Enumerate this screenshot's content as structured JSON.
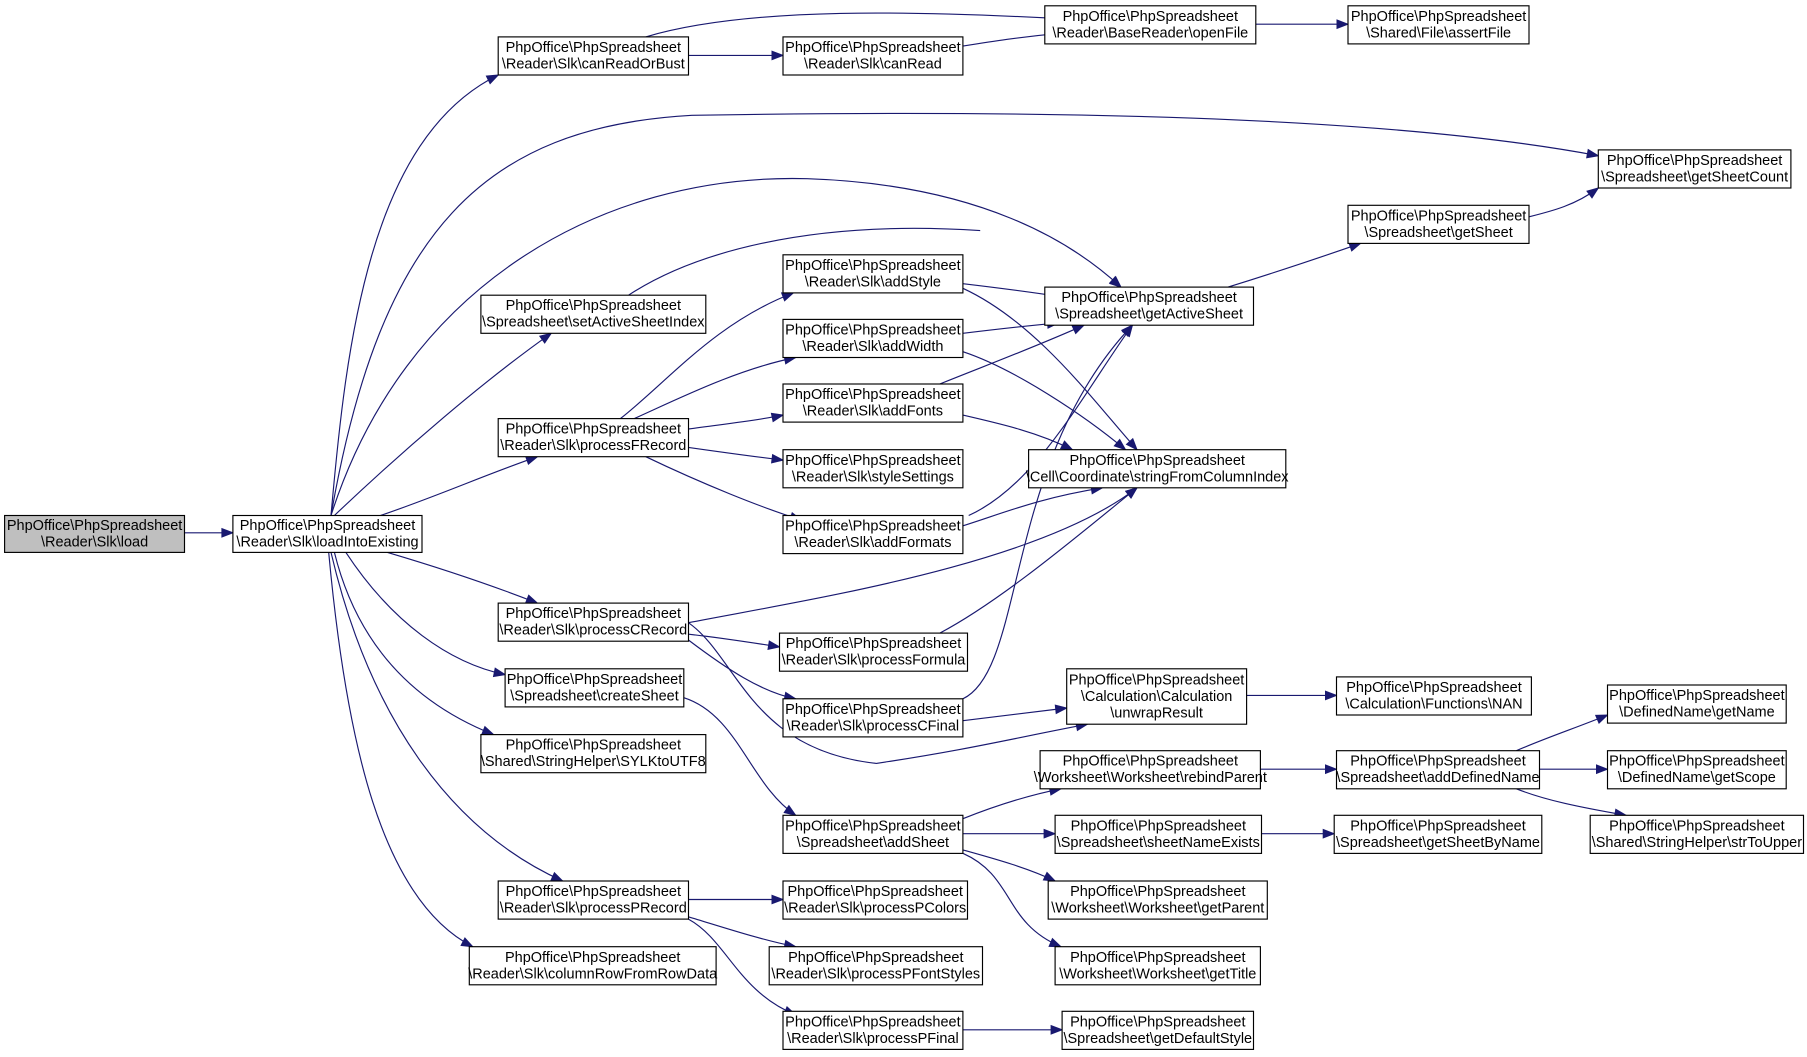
{
  "diagram": {
    "type": "call-graph",
    "edge_color": "#191970",
    "root_fill": "#bfbfbf",
    "node_fill": "#ffffff",
    "nodes": [
      {
        "id": "load",
        "lines": [
          "PhpOffice\\PhpSpreadsheet",
          "\\Reader\\Slk\\load"
        ],
        "root": true
      },
      {
        "id": "loadIntoExisting",
        "lines": [
          "PhpOffice\\PhpSpreadsheet",
          "\\Reader\\Slk\\loadIntoExisting"
        ]
      },
      {
        "id": "canReadOrBust",
        "lines": [
          "PhpOffice\\PhpSpreadsheet",
          "\\Reader\\Slk\\canReadOrBust"
        ]
      },
      {
        "id": "canRead",
        "lines": [
          "PhpOffice\\PhpSpreadsheet",
          "\\Reader\\Slk\\canRead"
        ]
      },
      {
        "id": "openFile",
        "lines": [
          "PhpOffice\\PhpSpreadsheet",
          "\\Reader\\BaseReader\\openFile"
        ]
      },
      {
        "id": "assertFile",
        "lines": [
          "PhpOffice\\PhpSpreadsheet",
          "\\Shared\\File\\assertFile"
        ]
      },
      {
        "id": "getSheetCount",
        "lines": [
          "PhpOffice\\PhpSpreadsheet",
          "\\Spreadsheet\\getSheetCount"
        ]
      },
      {
        "id": "getSheet",
        "lines": [
          "PhpOffice\\PhpSpreadsheet",
          "\\Spreadsheet\\getSheet"
        ]
      },
      {
        "id": "getActiveSheet",
        "lines": [
          "PhpOffice\\PhpSpreadsheet",
          "\\Spreadsheet\\getActiveSheet"
        ]
      },
      {
        "id": "setActiveSheetIndex",
        "lines": [
          "PhpOffice\\PhpSpreadsheet",
          "\\Spreadsheet\\setActiveSheetIndex"
        ]
      },
      {
        "id": "addStyle",
        "lines": [
          "PhpOffice\\PhpSpreadsheet",
          "\\Reader\\Slk\\addStyle"
        ]
      },
      {
        "id": "addWidth",
        "lines": [
          "PhpOffice\\PhpSpreadsheet",
          "\\Reader\\Slk\\addWidth"
        ]
      },
      {
        "id": "addFonts",
        "lines": [
          "PhpOffice\\PhpSpreadsheet",
          "\\Reader\\Slk\\addFonts"
        ]
      },
      {
        "id": "styleSettings",
        "lines": [
          "PhpOffice\\PhpSpreadsheet",
          "\\Reader\\Slk\\styleSettings"
        ]
      },
      {
        "id": "addFormats",
        "lines": [
          "PhpOffice\\PhpSpreadsheet",
          "\\Reader\\Slk\\addFormats"
        ]
      },
      {
        "id": "processFRecord",
        "lines": [
          "PhpOffice\\PhpSpreadsheet",
          "\\Reader\\Slk\\processFRecord"
        ]
      },
      {
        "id": "stringFromColumnIndex",
        "lines": [
          "PhpOffice\\PhpSpreadsheet",
          "\\Cell\\Coordinate\\stringFromColumnIndex"
        ]
      },
      {
        "id": "processCRecord",
        "lines": [
          "PhpOffice\\PhpSpreadsheet",
          "\\Reader\\Slk\\processCRecord"
        ]
      },
      {
        "id": "processFormula",
        "lines": [
          "PhpOffice\\PhpSpreadsheet",
          "\\Reader\\Slk\\processFormula"
        ]
      },
      {
        "id": "processCFinal",
        "lines": [
          "PhpOffice\\PhpSpreadsheet",
          "\\Reader\\Slk\\processCFinal"
        ]
      },
      {
        "id": "unwrapResult",
        "lines": [
          "PhpOffice\\PhpSpreadsheet",
          "\\Calculation\\Calculation",
          "\\unwrapResult"
        ]
      },
      {
        "id": "NAN",
        "lines": [
          "PhpOffice\\PhpSpreadsheet",
          "\\Calculation\\Functions\\NAN"
        ]
      },
      {
        "id": "createSheet",
        "lines": [
          "PhpOffice\\PhpSpreadsheet",
          "\\Spreadsheet\\createSheet"
        ]
      },
      {
        "id": "SYLKtoUTF8",
        "lines": [
          "PhpOffice\\PhpSpreadsheet",
          "\\Shared\\StringHelper\\SYLKtoUTF8"
        ]
      },
      {
        "id": "addSheet",
        "lines": [
          "PhpOffice\\PhpSpreadsheet",
          "\\Spreadsheet\\addSheet"
        ]
      },
      {
        "id": "rebindParent",
        "lines": [
          "PhpOffice\\PhpSpreadsheet",
          "\\Worksheet\\Worksheet\\rebindParent"
        ]
      },
      {
        "id": "addDefinedName",
        "lines": [
          "PhpOffice\\PhpSpreadsheet",
          "\\Spreadsheet\\addDefinedName"
        ]
      },
      {
        "id": "getName",
        "lines": [
          "PhpOffice\\PhpSpreadsheet",
          "\\DefinedName\\getName"
        ]
      },
      {
        "id": "getScope",
        "lines": [
          "PhpOffice\\PhpSpreadsheet",
          "\\DefinedName\\getScope"
        ]
      },
      {
        "id": "strToUpper",
        "lines": [
          "PhpOffice\\PhpSpreadsheet",
          "\\Shared\\StringHelper\\strToUpper"
        ]
      },
      {
        "id": "sheetNameExists",
        "lines": [
          "PhpOffice\\PhpSpreadsheet",
          "\\Spreadsheet\\sheetNameExists"
        ]
      },
      {
        "id": "getSheetByName",
        "lines": [
          "PhpOffice\\PhpSpreadsheet",
          "\\Spreadsheet\\getSheetByName"
        ]
      },
      {
        "id": "getParent",
        "lines": [
          "PhpOffice\\PhpSpreadsheet",
          "\\Worksheet\\Worksheet\\getParent"
        ]
      },
      {
        "id": "getTitle",
        "lines": [
          "PhpOffice\\PhpSpreadsheet",
          "\\Worksheet\\Worksheet\\getTitle"
        ]
      },
      {
        "id": "processPRecord",
        "lines": [
          "PhpOffice\\PhpSpreadsheet",
          "\\Reader\\Slk\\processPRecord"
        ]
      },
      {
        "id": "processPColors",
        "lines": [
          "PhpOffice\\PhpSpreadsheet",
          "\\Reader\\Slk\\processPColors"
        ]
      },
      {
        "id": "processPFontStyles",
        "lines": [
          "PhpOffice\\PhpSpreadsheet",
          "\\Reader\\Slk\\processPFontStyles"
        ]
      },
      {
        "id": "processPFinal",
        "lines": [
          "PhpOffice\\PhpSpreadsheet",
          "\\Reader\\Slk\\processPFinal"
        ]
      },
      {
        "id": "getDefaultStyle",
        "lines": [
          "PhpOffice\\PhpSpreadsheet",
          "\\Spreadsheet\\getDefaultStyle"
        ]
      },
      {
        "id": "columnRowFromRowData",
        "lines": [
          "PhpOffice\\PhpSpreadsheet",
          "\\Reader\\Slk\\columnRowFromRowData"
        ]
      }
    ],
    "edges": [
      {
        "from": "load",
        "to": "loadIntoExisting"
      },
      {
        "from": "loadIntoExisting",
        "to": "canReadOrBust"
      },
      {
        "from": "loadIntoExisting",
        "to": "getSheetCount"
      },
      {
        "from": "loadIntoExisting",
        "to": "getActiveSheet"
      },
      {
        "from": "loadIntoExisting",
        "to": "setActiveSheetIndex"
      },
      {
        "from": "loadIntoExisting",
        "to": "processFRecord"
      },
      {
        "from": "loadIntoExisting",
        "to": "processCRecord"
      },
      {
        "from": "loadIntoExisting",
        "to": "createSheet"
      },
      {
        "from": "loadIntoExisting",
        "to": "SYLKtoUTF8"
      },
      {
        "from": "loadIntoExisting",
        "to": "processPRecord"
      },
      {
        "from": "loadIntoExisting",
        "to": "columnRowFromRowData"
      },
      {
        "from": "canReadOrBust",
        "to": "canRead"
      },
      {
        "from": "canReadOrBust",
        "to": "openFile"
      },
      {
        "from": "canRead",
        "to": "openFile"
      },
      {
        "from": "openFile",
        "to": "assertFile"
      },
      {
        "from": "getActiveSheet",
        "to": "getSheet"
      },
      {
        "from": "getSheet",
        "to": "getSheetCount"
      },
      {
        "from": "setActiveSheetIndex",
        "to": "getActiveSheet"
      },
      {
        "from": "processFRecord",
        "to": "addStyle"
      },
      {
        "from": "processFRecord",
        "to": "addWidth"
      },
      {
        "from": "processFRecord",
        "to": "addFonts"
      },
      {
        "from": "processFRecord",
        "to": "styleSettings"
      },
      {
        "from": "processFRecord",
        "to": "addFormats"
      },
      {
        "from": "addStyle",
        "to": "getActiveSheet"
      },
      {
        "from": "addStyle",
        "to": "stringFromColumnIndex"
      },
      {
        "from": "addWidth",
        "to": "getActiveSheet"
      },
      {
        "from": "addWidth",
        "to": "stringFromColumnIndex"
      },
      {
        "from": "addFonts",
        "to": "getActiveSheet"
      },
      {
        "from": "addFonts",
        "to": "stringFromColumnIndex"
      },
      {
        "from": "addFormats",
        "to": "getActiveSheet"
      },
      {
        "from": "addFormats",
        "to": "stringFromColumnIndex"
      },
      {
        "from": "processCRecord",
        "to": "stringFromColumnIndex"
      },
      {
        "from": "processCRecord",
        "to": "processFormula"
      },
      {
        "from": "processCRecord",
        "to": "processCFinal"
      },
      {
        "from": "processCRecord",
        "to": "unwrapResult"
      },
      {
        "from": "processFormula",
        "to": "stringFromColumnIndex"
      },
      {
        "from": "processCFinal",
        "to": "getActiveSheet"
      },
      {
        "from": "processCFinal",
        "to": "unwrapResult"
      },
      {
        "from": "unwrapResult",
        "to": "NAN"
      },
      {
        "from": "createSheet",
        "to": "addSheet"
      },
      {
        "from": "addSheet",
        "to": "rebindParent"
      },
      {
        "from": "addSheet",
        "to": "sheetNameExists"
      },
      {
        "from": "addSheet",
        "to": "getParent"
      },
      {
        "from": "addSheet",
        "to": "getTitle"
      },
      {
        "from": "rebindParent",
        "to": "addDefinedName"
      },
      {
        "from": "addDefinedName",
        "to": "getName"
      },
      {
        "from": "addDefinedName",
        "to": "getScope"
      },
      {
        "from": "addDefinedName",
        "to": "strToUpper"
      },
      {
        "from": "sheetNameExists",
        "to": "getSheetByName"
      },
      {
        "from": "processPRecord",
        "to": "processPColors"
      },
      {
        "from": "processPRecord",
        "to": "processPFontStyles"
      },
      {
        "from": "processPRecord",
        "to": "processPFinal"
      },
      {
        "from": "processPFinal",
        "to": "getDefaultStyle"
      }
    ]
  }
}
